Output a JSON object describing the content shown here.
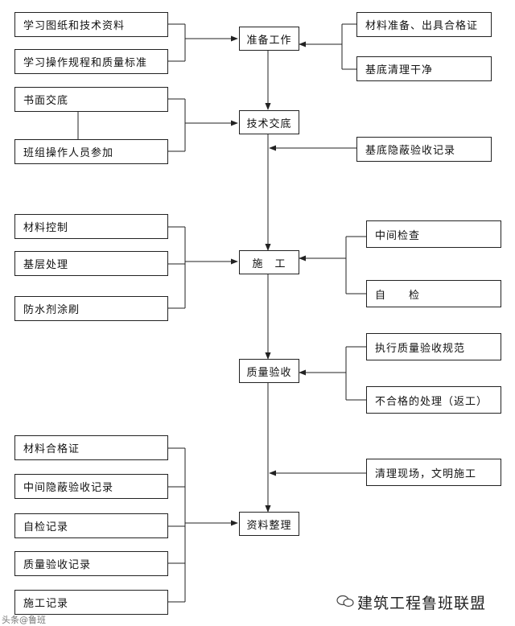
{
  "left": {
    "prepare_inputs": [
      "学习图纸和技术资料",
      "学习操作规程和质量标准"
    ],
    "briefing_inputs": [
      "书面交底",
      "班组操作人员参加"
    ],
    "construction_inputs": [
      "材料控制",
      "基层处理",
      "防水剂涂刷"
    ],
    "archive_inputs": [
      "材料合格证",
      "中间隐蔽验收记录",
      "自检记录",
      "质量验收记录",
      "施工记录"
    ]
  },
  "center": [
    "准备工作",
    "技术交底",
    "施　工",
    "质量验收",
    "资料整理"
  ],
  "right": {
    "prepare_inputs": [
      "材料准备、出具合格证",
      "基底清理干净"
    ],
    "briefing_input": "基底隐蔽验收记录",
    "construction_inputs": [
      "中间检查",
      "自　　检"
    ],
    "acceptance_inputs": [
      "执行质量验收规范",
      "不合格的处理（返工）"
    ],
    "archive_input": "清理现场，文明施工"
  },
  "watermark": {
    "main": "建筑工程鲁班联盟",
    "sub": "头条@鲁班"
  },
  "colors": {
    "line": "#222222",
    "box_border": "#222222",
    "background": "#ffffff"
  }
}
